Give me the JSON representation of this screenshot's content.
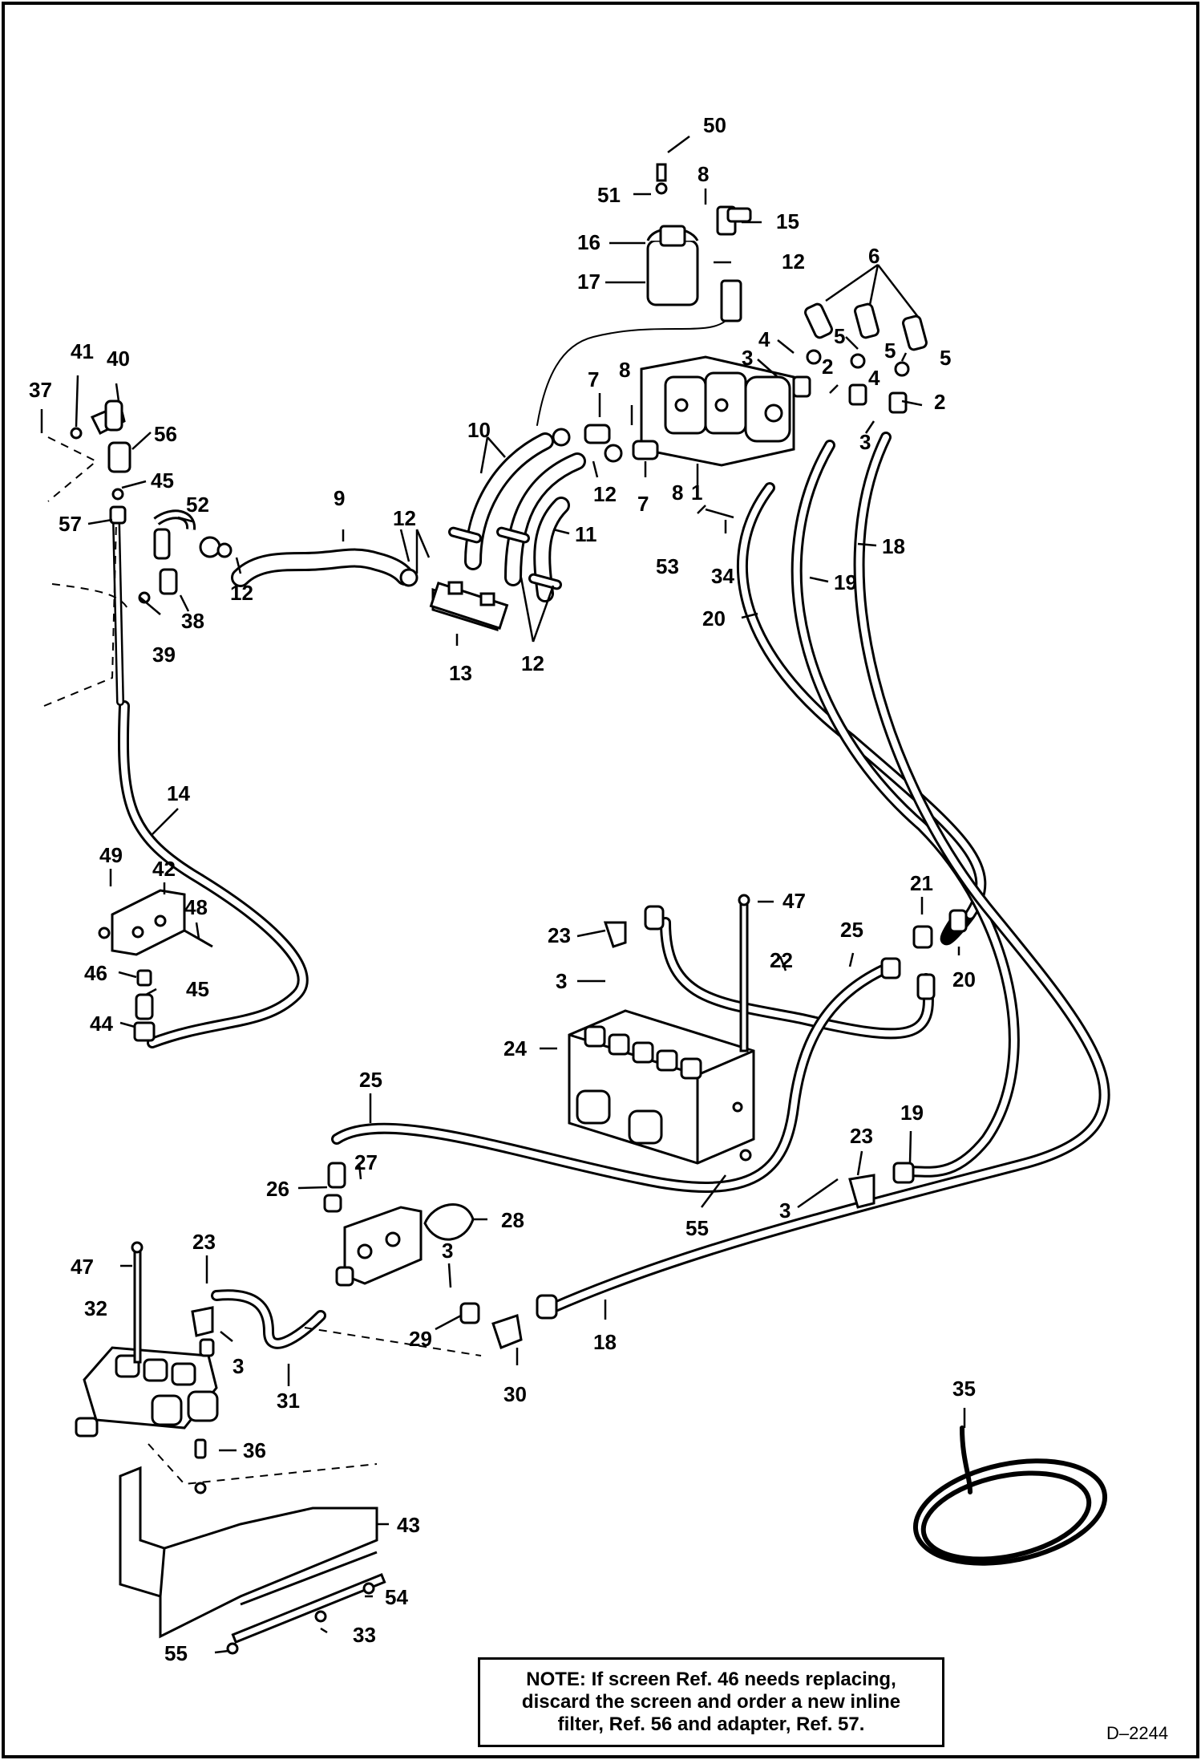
{
  "callouts": {
    "c1": "1",
    "c2a": "2",
    "c2b": "2",
    "c3a": "3",
    "c3b": "3",
    "c3c": "3",
    "c3d": "3",
    "c3e": "3",
    "c3f": "3",
    "c4a": "4",
    "c4b": "4",
    "c5a": "5",
    "c5b": "5",
    "c5c": "5",
    "c6": "6",
    "c7a": "7",
    "c7b": "7",
    "c8a": "8",
    "c8b": "8",
    "c8c": "8",
    "c9": "9",
    "c10": "10",
    "c11": "11",
    "c12a": "12",
    "c12b": "12",
    "c12c": "12",
    "c12d": "12",
    "c12e": "12",
    "c13": "13",
    "c14": "14",
    "c15": "15",
    "c16": "16",
    "c17": "17",
    "c18a": "18",
    "c18b": "18",
    "c19a": "19",
    "c19b": "19",
    "c20a": "20",
    "c20b": "20",
    "c21": "21",
    "c22": "22",
    "c23a": "23",
    "c23b": "23",
    "c23c": "23",
    "c24": "24",
    "c25a": "25",
    "c25b": "25",
    "c26": "26",
    "c27": "27",
    "c28": "28",
    "c29": "29",
    "c30": "30",
    "c31": "31",
    "c32": "32",
    "c33": "33",
    "c34": "34",
    "c35": "35",
    "c36": "36",
    "c37": "37",
    "c38": "38",
    "c39": "39",
    "c40": "40",
    "c41": "41",
    "c42": "42",
    "c43": "43",
    "c44": "44",
    "c45a": "45",
    "c45b": "45",
    "c46": "46",
    "c47a": "47",
    "c47b": "47",
    "c48": "48",
    "c49": "49",
    "c50": "50",
    "c51": "51",
    "c52": "52",
    "c53": "53",
    "c54": "54",
    "c55a": "55",
    "c55b": "55",
    "c56": "56",
    "c57": "57"
  },
  "note": {
    "line1": "NOTE:  If screen Ref. 46 needs replacing,",
    "line2": "discard the screen and order a new inline",
    "line3": "filter, Ref. 56 and adapter, Ref. 57."
  },
  "drawing_id": "D–2244",
  "colors": {
    "ink": "#000000",
    "paper": "#ffffff"
  }
}
